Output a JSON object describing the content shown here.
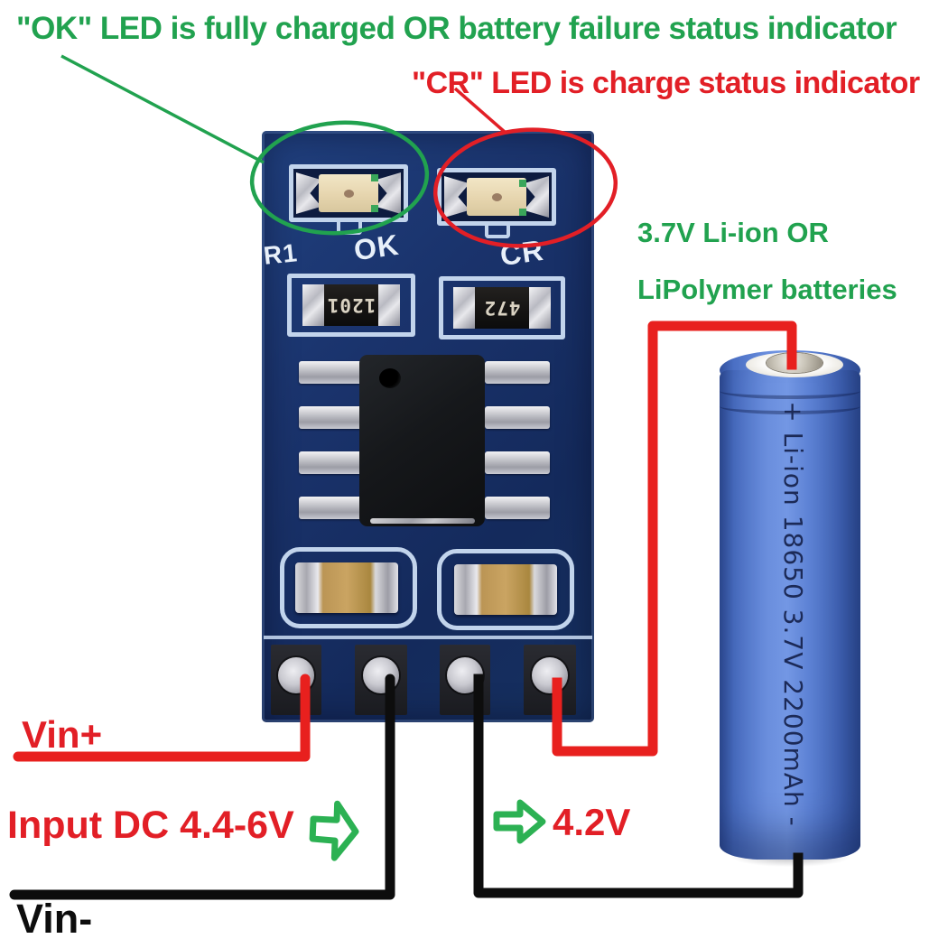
{
  "annotations": {
    "ok_led": "\"OK\" LED is fully charged OR battery failure status indicator",
    "cr_led": "\"CR\" LED is charge status indicator",
    "battery_type_line1": "3.7V Li-ion OR",
    "battery_type_line2": "LiPolymer batteries",
    "vin_plus": "Vin+",
    "input_dc": "Input DC 4.4-6V",
    "output_voltage": "4.2V",
    "vin_minus": "Vin-"
  },
  "pcb": {
    "label_r1": "R1",
    "label_ok": "OK",
    "label_cr": "CR",
    "resistor1_code": "1201",
    "resistor2_code": "472"
  },
  "battery": {
    "print": "+ Li-ion 18650 3.7V 2200mAh -"
  },
  "colors": {
    "annotation_green": "#21a24f",
    "annotation_red": "#e21f26",
    "wire_red": "#e8201e",
    "wire_black": "#0d0d0d",
    "pcb_blue": "#1c3a78",
    "silkscreen": "#c2d4ec",
    "battery_blue": "#4a70c8",
    "arrow_green": "#2cb153"
  }
}
